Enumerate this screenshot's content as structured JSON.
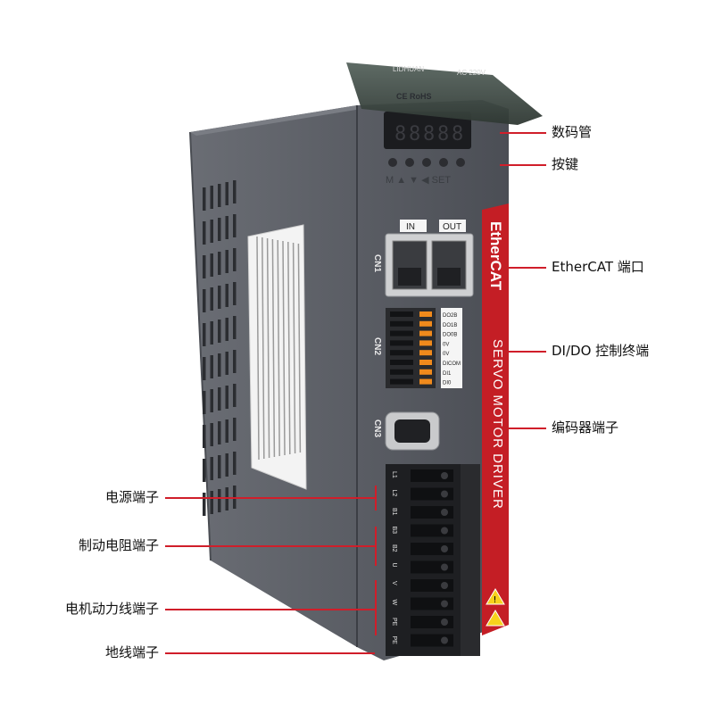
{
  "product": {
    "brand": "LIDHUAN",
    "voltage_tag": "AC 220V",
    "cert_marks": "CE RoHS",
    "keypad_legend": "M ▲ ▼ ◀ SET",
    "port_in": "IN",
    "port_out": "OUT",
    "connector_cn1": "CN1",
    "connector_cn2": "CN2",
    "connector_cn3": "CN3",
    "ethercat_logo": "EtherCAT",
    "side_text": "SERVO MOTOR DRIVER",
    "io_pins": [
      "DO2B",
      "DO1B",
      "DO0B",
      "0V",
      "0V",
      "DICOM",
      "DI1",
      "DI0"
    ],
    "power_pins": [
      "L1",
      "L2",
      "B1",
      "B3",
      "B2",
      "U",
      "V",
      "W",
      "PE",
      "PE"
    ]
  },
  "callouts": {
    "right": [
      {
        "label": "数码管"
      },
      {
        "label": "按键"
      },
      {
        "label": "EtherCAT 端口"
      },
      {
        "label": "DI/DO 控制终端"
      },
      {
        "label": "编码器端子"
      }
    ],
    "left": [
      {
        "label": "电源端子"
      },
      {
        "label": "制动电阻端子"
      },
      {
        "label": "电机动力线端子"
      },
      {
        "label": "地线端子"
      }
    ]
  },
  "colors": {
    "leader_line": "#d01e2a",
    "housing": "#5d6068",
    "front_panel": "#4f5259",
    "side_stripe": "#c41e25",
    "cover": "#3e4a45"
  }
}
